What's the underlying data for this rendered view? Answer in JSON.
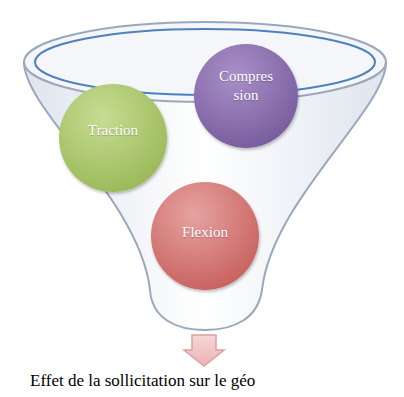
{
  "diagram": {
    "nodes": [
      {
        "text": [
          "Traction"
        ]
      },
      {
        "text": [
          "Compres sion"
        ]
      },
      {
        "text": [
          "Flexion"
        ]
      }
    ],
    "labels": [
      "Effet de la sollicitation sur le géo"
    ]
  }
}
